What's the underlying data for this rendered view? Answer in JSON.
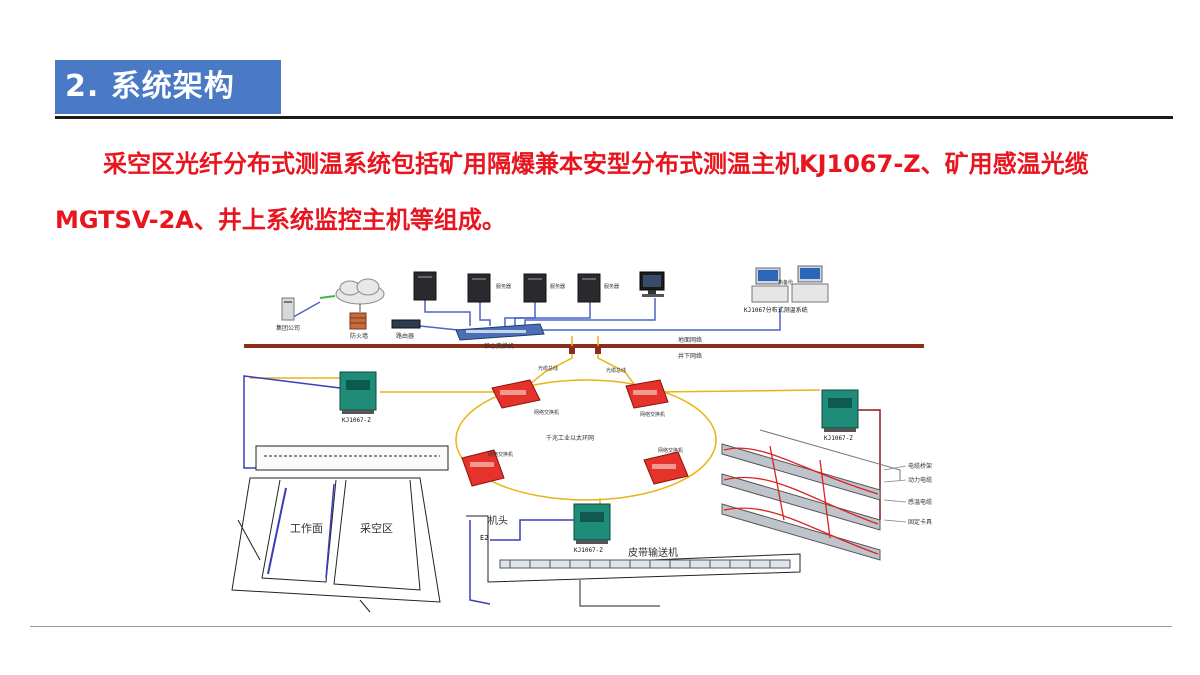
{
  "slide": {
    "title": "2. 系统架构",
    "intro": "采空区光纤分布式测温系统包括矿用隔爆兼本安型分布式测温主机KJ1067-Z、矿用感温光缆MGTSV-2A、井上系统监控主机等组成。"
  },
  "diagram": {
    "surface_network": "地面网络",
    "underground_network": "井下网络",
    "ring_label": "千兆工业以太环网",
    "fiber_link_left": "光缆总线",
    "fiber_link_right": "光缆总线",
    "core_switch": "核心交换机",
    "group_company": "集团公司",
    "firewall": "防火墙",
    "router": "路由器",
    "server_1": "服务器",
    "server_2": "服务器",
    "server_3": "服务器",
    "kj_system": "KJ1067分布式测温系统",
    "monitor_label": "热备份",
    "switch_tl": "网络交换机",
    "switch_tr": "网络交换机",
    "switch_bl": "网络交换机",
    "switch_br": "网络交换机",
    "host_left": "KJ1067-Z",
    "host_right": "KJ1067-Z",
    "host_bottom": "KJ1067-Z",
    "rack_cable_tray": "电缆桥架",
    "rack_power_cable": "动力电缆",
    "rack_sensing_cable": "感温电缆",
    "rack_fixture": "固定卡具",
    "machine_head": "机头",
    "belt_conveyor": "皮带输送机",
    "working_face": "工作面",
    "goaf": "采空区",
    "e2_label": "E2"
  }
}
